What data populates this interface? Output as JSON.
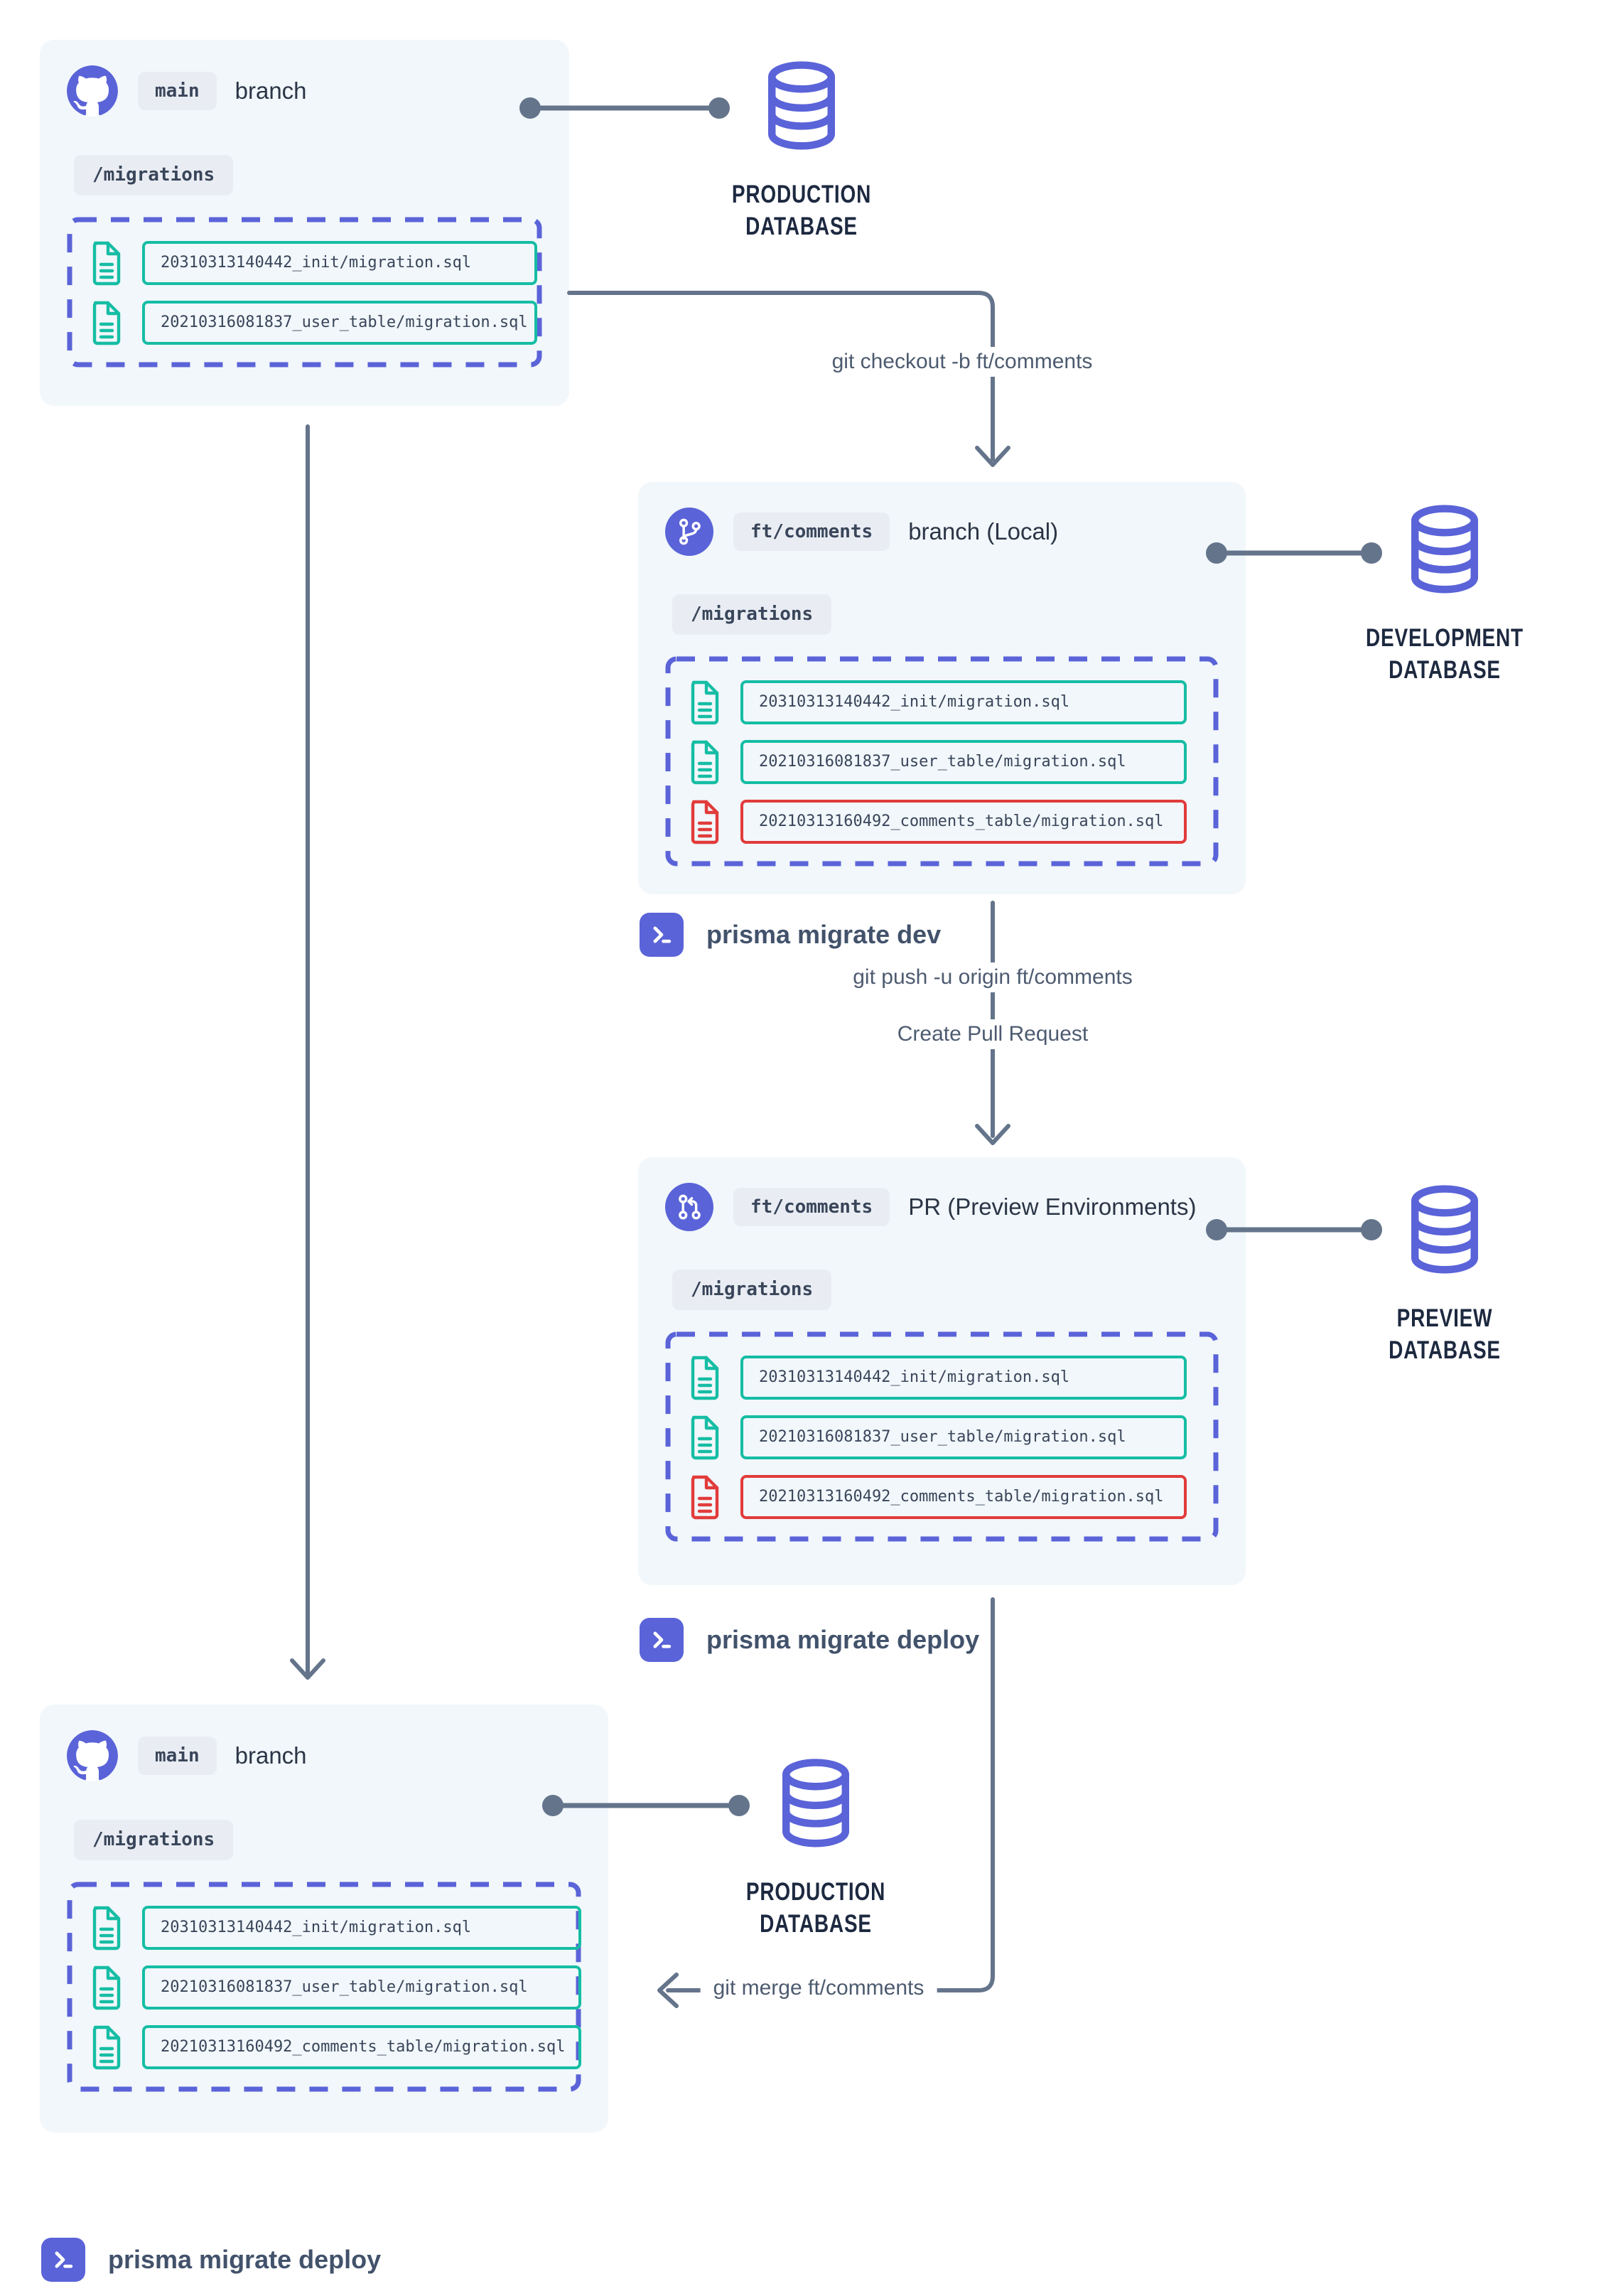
{
  "colors": {
    "indigo": "#5a63d8",
    "teal": "#15bda4",
    "red": "#e23b3b",
    "panel_bg": "#f1f7fa",
    "badge_bg": "#e9edf3",
    "connector_gray": "#64748b",
    "heading_text": "#2b3546",
    "command_text": "#4d5b70",
    "db_label_text": "#1d2940"
  },
  "cards": {
    "main_top": {
      "icon": "github-icon",
      "branch_badge": "main",
      "title": "branch",
      "folder_badge": "/migrations",
      "files": [
        {
          "name": "20310313140442_init/migration.sql",
          "status": "applied"
        },
        {
          "name": "20210316081837_user_table/migration.sql",
          "status": "applied"
        }
      ]
    },
    "feature_local": {
      "icon": "git-branch-icon",
      "branch_badge": "ft/comments",
      "title": "branch (Local)",
      "folder_badge": "/migrations",
      "files": [
        {
          "name": "20310313140442_init/migration.sql",
          "status": "applied"
        },
        {
          "name": "20210316081837_user_table/migration.sql",
          "status": "applied"
        },
        {
          "name": "20210313160492_comments_table/migration.sql",
          "status": "new"
        }
      ]
    },
    "feature_pr": {
      "icon": "git-pull-request-icon",
      "branch_badge": "ft/comments",
      "title": "PR (Preview Environments)",
      "folder_badge": "/migrations",
      "files": [
        {
          "name": "20310313140442_init/migration.sql",
          "status": "applied"
        },
        {
          "name": "20210316081837_user_table/migration.sql",
          "status": "applied"
        },
        {
          "name": "20210313160492_comments_table/migration.sql",
          "status": "new"
        }
      ]
    },
    "main_bottom": {
      "icon": "github-icon",
      "branch_badge": "main",
      "title": "branch",
      "folder_badge": "/migrations",
      "files": [
        {
          "name": "20310313140442_init/migration.sql",
          "status": "applied"
        },
        {
          "name": "20210316081837_user_table/migration.sql",
          "status": "applied"
        },
        {
          "name": "20210313160492_comments_table/migration.sql",
          "status": "applied"
        }
      ]
    }
  },
  "databases": {
    "production_top": {
      "line1": "PRODUCTION",
      "line2": "DATABASE"
    },
    "development": {
      "line1": "DEVELOPMENT",
      "line2": "DATABASE"
    },
    "preview": {
      "line1": "PREVIEW",
      "line2": "DATABASE"
    },
    "production_bottom": {
      "line1": "PRODUCTION",
      "line2": "DATABASE"
    }
  },
  "commands": {
    "checkout": "git checkout -b ft/comments",
    "migrate_dev": "prisma migrate dev",
    "push": "git push -u origin ft/comments",
    "create_pr": "Create Pull Request",
    "migrate_deploy": "prisma migrate deploy",
    "merge": "git merge ft/comments",
    "migrate_deploy_final": "prisma migrate deploy"
  }
}
